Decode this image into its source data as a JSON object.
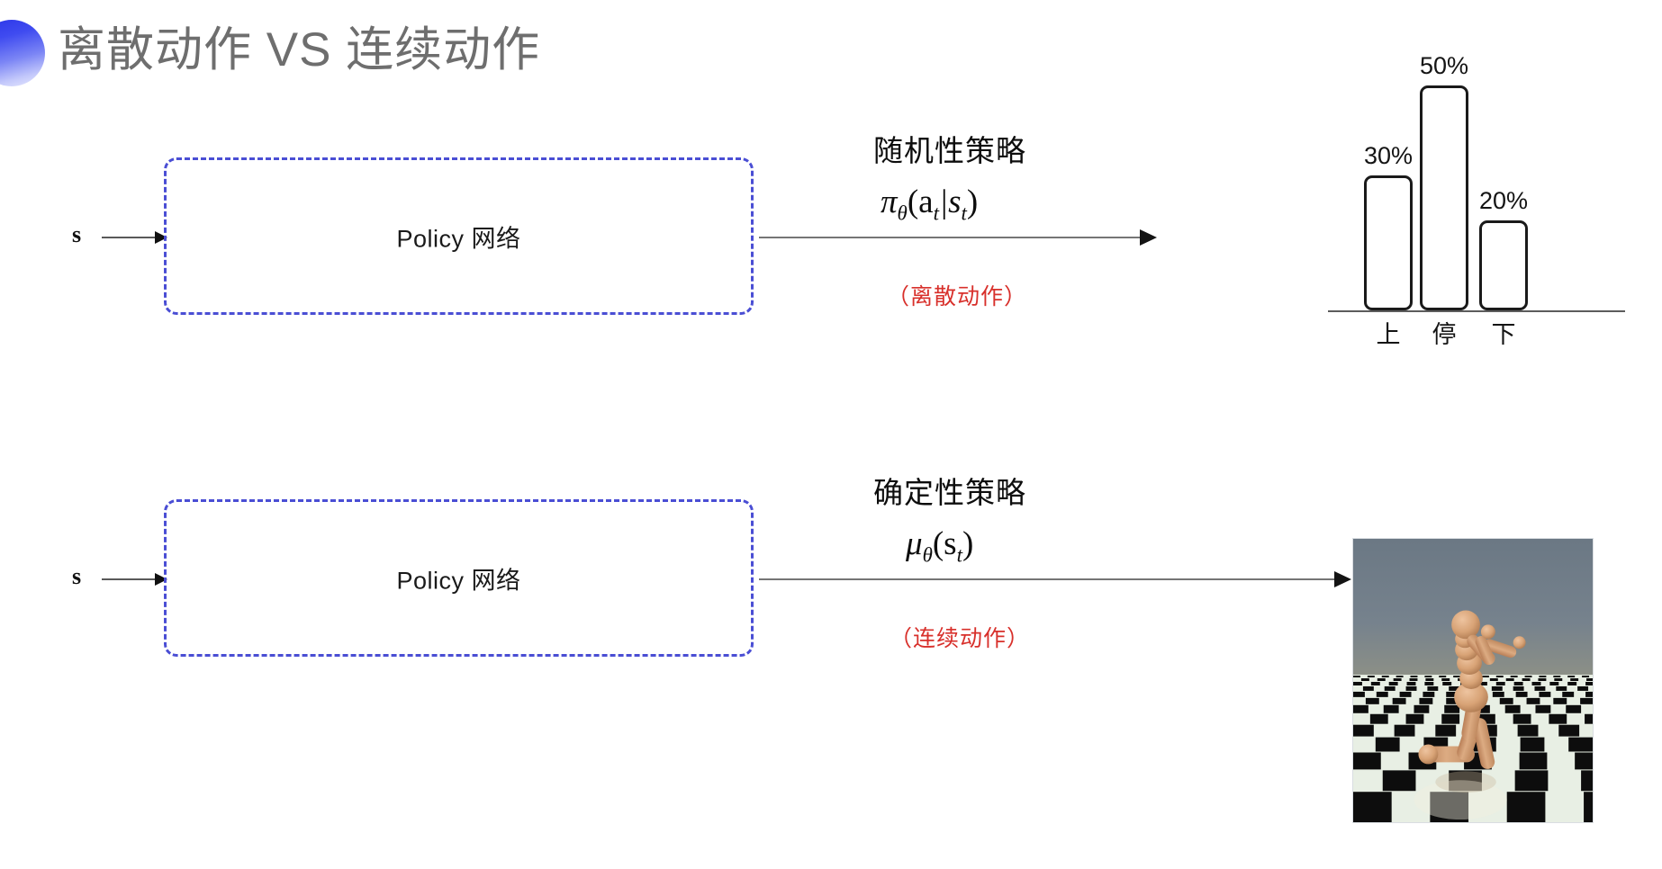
{
  "slide": {
    "title": "离散动作 VS 连续动作",
    "decoration_icon": "half-circle-gradient-icon",
    "accent_color": "#2b35e8",
    "title_color": "#6e6e6e",
    "background_color": "#ffffff"
  },
  "rows": {
    "discrete": {
      "input_label": "s",
      "box_label": "Policy 网络",
      "box_border_color": "#4a4ed4",
      "policy_name": "随机性策略",
      "formula": {
        "head": "π",
        "sub1": "θ",
        "body": "(a",
        "sub2": "t",
        "mid": "|s",
        "sub3": "t",
        "tail": ")",
        "plain": "πθ(aₜ|sₜ)"
      },
      "action_note": "（离散动作）",
      "action_note_color": "#d8302b"
    },
    "continuous": {
      "input_label": "s",
      "box_label": "Policy 网络",
      "box_border_color": "#4a4ed4",
      "policy_name": "确定性策略",
      "formula": {
        "head": "μ",
        "sub1": "θ",
        "body": "(s",
        "sub2": "t",
        "tail": ")",
        "plain": "μθ(sₜ)"
      },
      "action_note": "（连续动作）",
      "action_note_color": "#d8302b"
    }
  },
  "chart_data": {
    "type": "bar",
    "title": "",
    "xlabel": "",
    "ylabel": "",
    "categories": [
      "上",
      "停",
      "下"
    ],
    "values": [
      30,
      50,
      20
    ],
    "value_labels": [
      "30%",
      "50%",
      "20%"
    ],
    "ylim": [
      0,
      60
    ],
    "grid": false,
    "legend": "none",
    "bar_style": "outlined-rounded",
    "bar_fill": "#ffffff",
    "bar_stroke": "#1a1a1a",
    "axis_color": "#5c5c5c"
  },
  "humanoid": {
    "caption": "",
    "alt": "MuJoCo humanoid kneeling on checkerboard floor",
    "sky_color": "#6d7a87",
    "body_color": "#d6a077",
    "floor_light": "#e8efe4",
    "floor_dark": "#111111"
  }
}
